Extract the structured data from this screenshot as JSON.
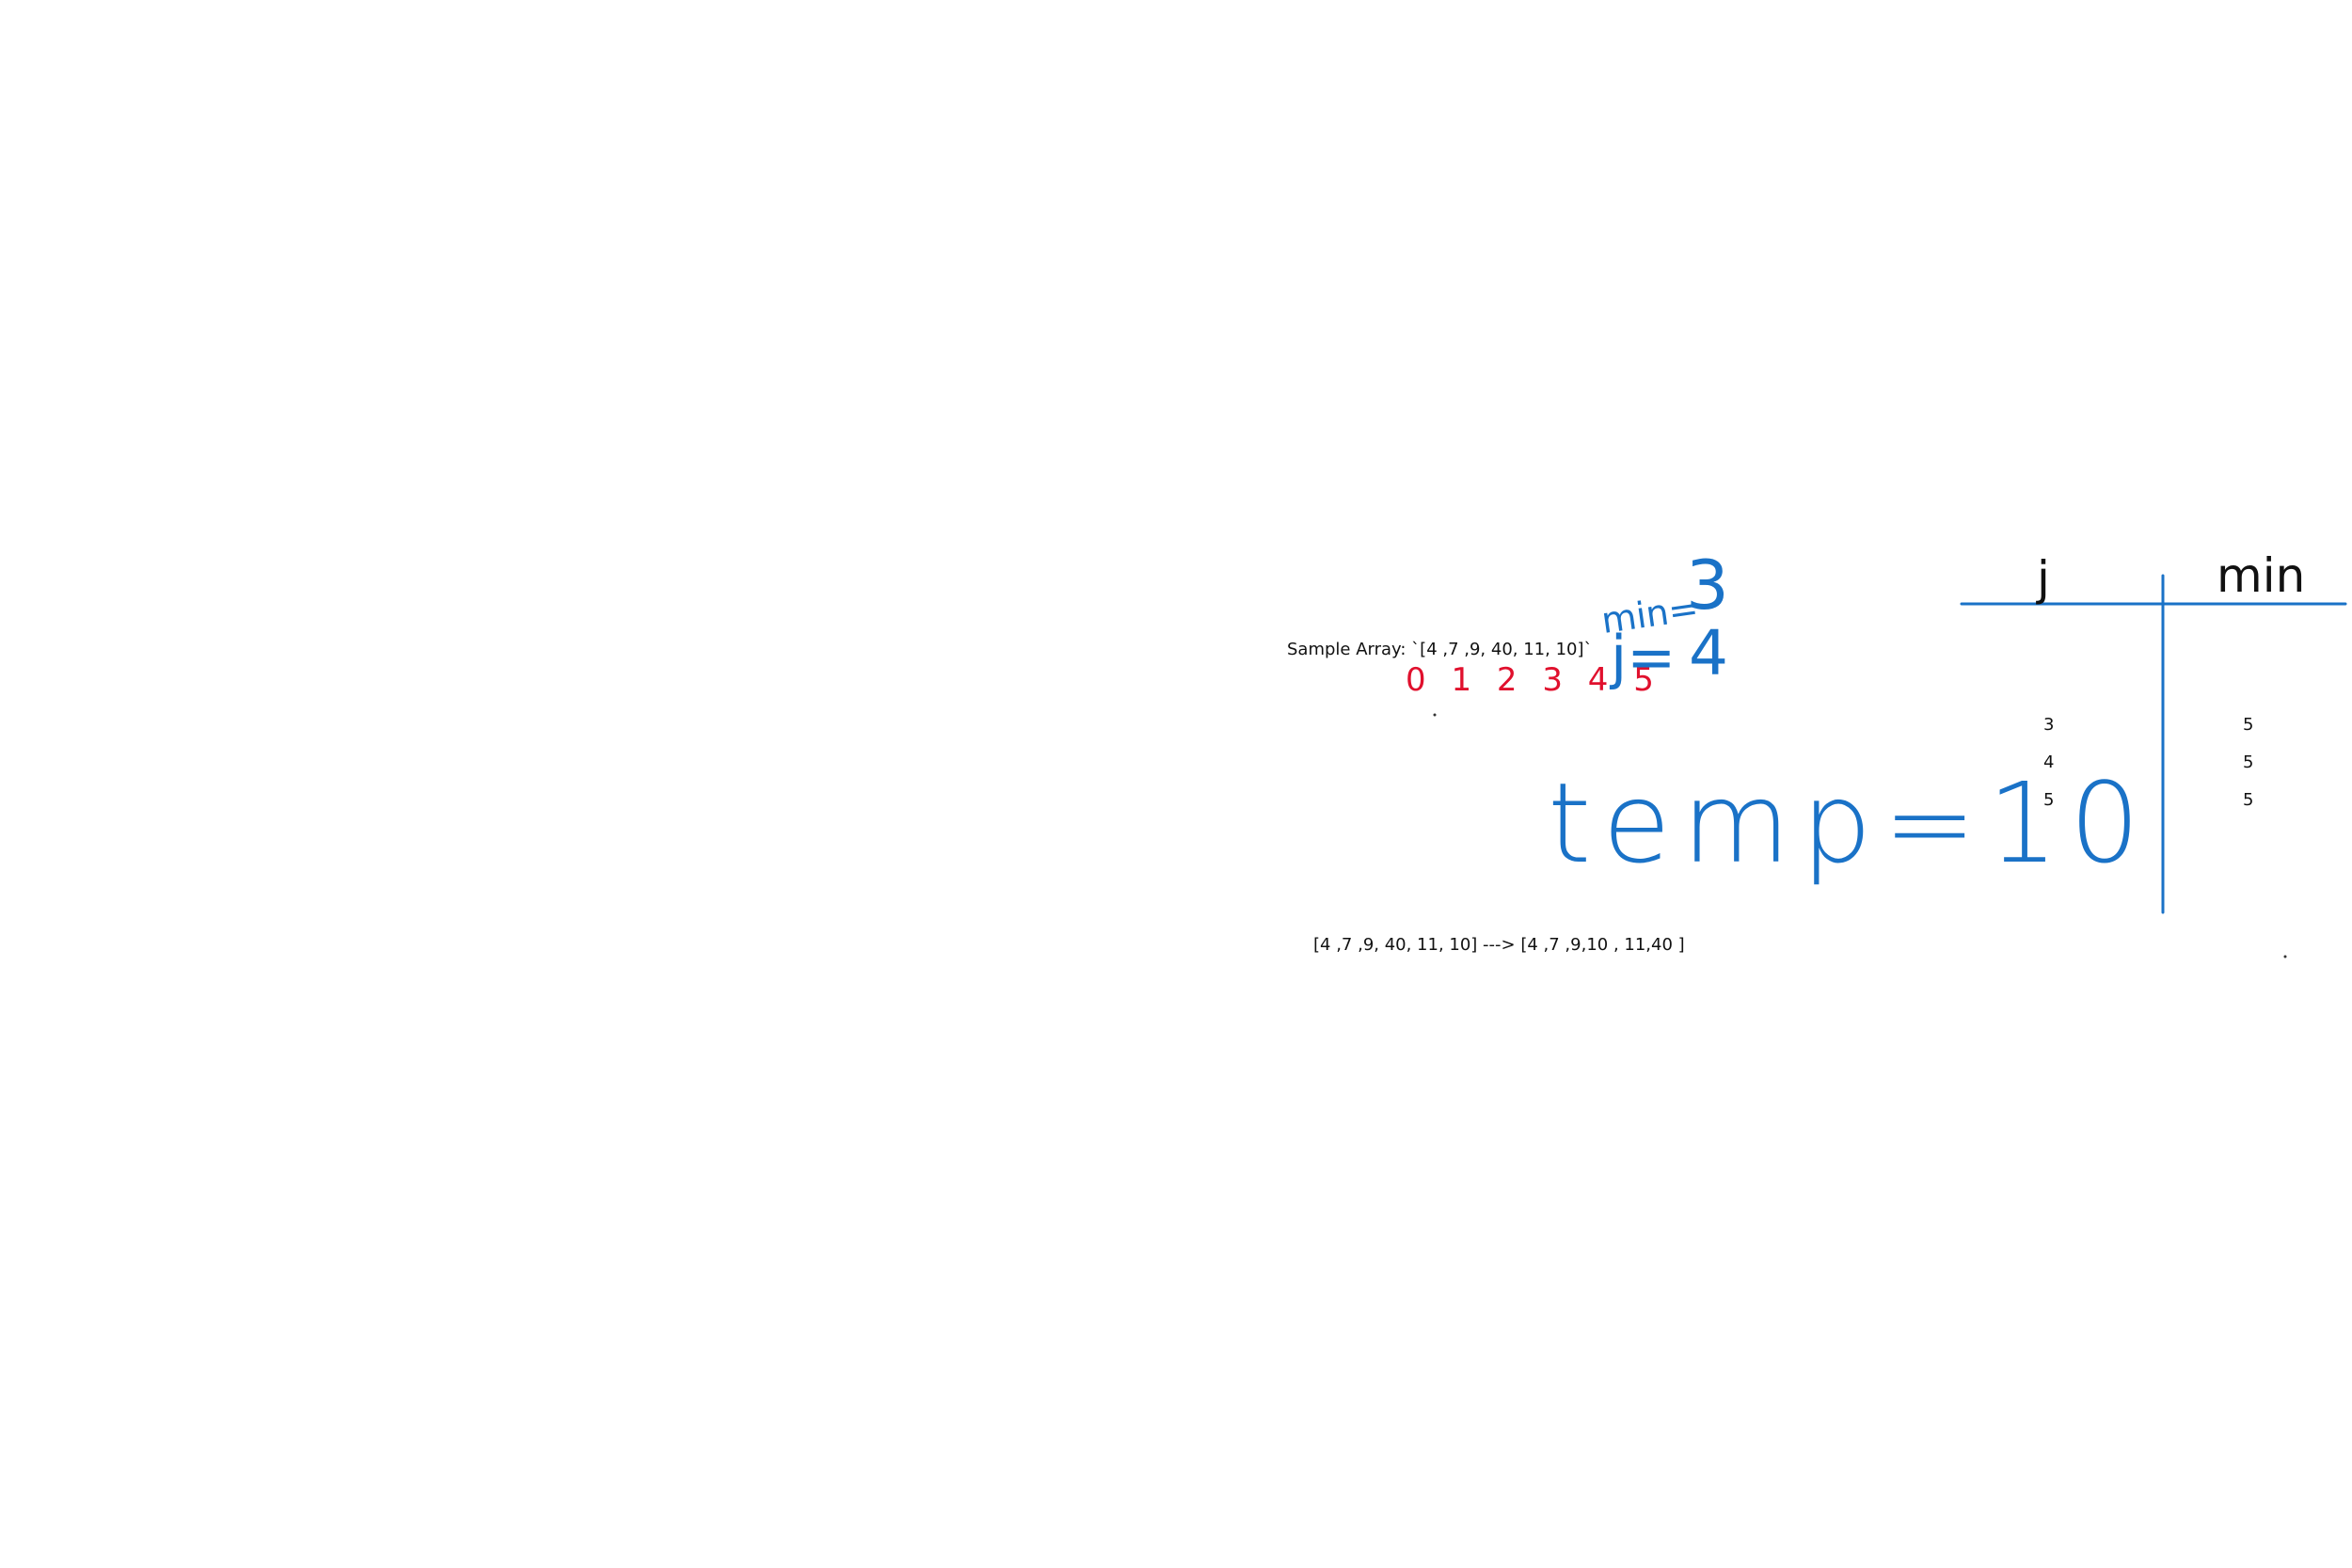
{
  "sample_array": {
    "text": "Sample Array: `[4 ,7 ,9, 40, 11, 10]`"
  },
  "indices": {
    "text": "0 1 2  3 4 5",
    "color": "#e0102d"
  },
  "handwritten": {
    "color": "#1a72c7",
    "min_label": "min=",
    "min_value": "3",
    "j_label": "j=",
    "j_value": "4",
    "temp": "temp=10"
  },
  "swap_result": {
    "text": "[4 ,7 ,9, 40, 11, 10] ---> [4 ,7 ,9,10 , 11,40 ]"
  },
  "trace_table": {
    "line_color": "#1a72c7",
    "headers": {
      "j": "j",
      "min": "min"
    },
    "rows": [
      {
        "j": "3",
        "min": "5"
      },
      {
        "j": "4",
        "min": "5"
      },
      {
        "j": "5",
        "min": "5"
      }
    ]
  }
}
